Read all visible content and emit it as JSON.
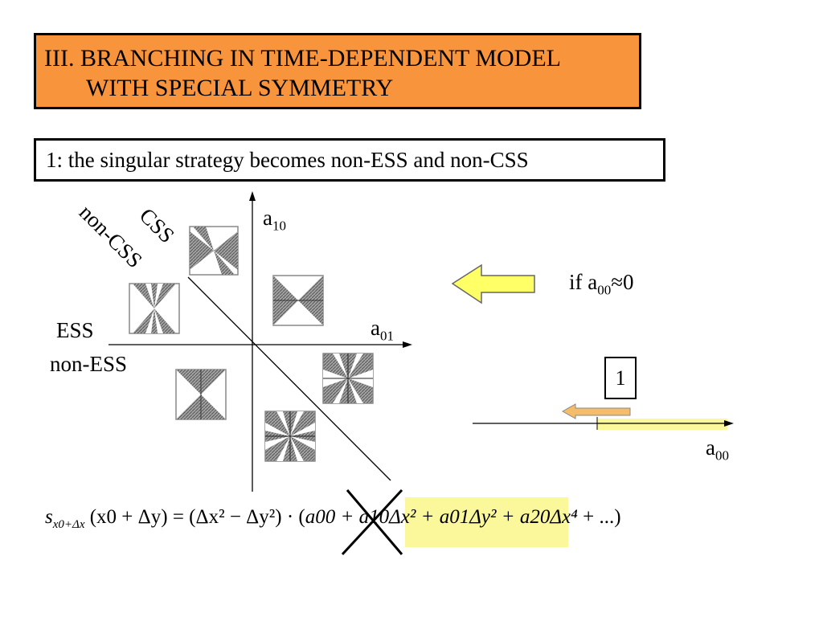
{
  "title": {
    "line1": "III. BRANCHING IN TIME-DEPENDENT MODEL",
    "line2": "WITH SPECIAL SYMMETRY"
  },
  "subtitle": "1: the singular strategy becomes non-ESS and non-CSS",
  "diagram": {
    "y_axis_label": "a",
    "y_axis_sub": "10",
    "x_axis_label": "a",
    "x_axis_sub": "01",
    "css_label": "CSS",
    "non_css_label": "non-CSS",
    "ess_label": "ESS",
    "non_ess_label": "non-ESS"
  },
  "condition": {
    "prefix": "if a",
    "sub": "00",
    "suffix": "≈0"
  },
  "right_panel": {
    "box_label": "1",
    "axis_label": "a",
    "axis_sub": "00"
  },
  "formula": {
    "s": "s",
    "s_sub": "x0+Δx",
    "lhs_args": "(x0 + Δy)",
    "equals": "=",
    "factor": "(Δx² − Δy²)",
    "dot": "·",
    "open": "(",
    "crossed_term": "a00",
    "term1": "+ a10Δx²",
    "term2": "+ a01Δy²",
    "term3": "+ a20Δx⁴",
    "tail": "+ ...)"
  },
  "colors": {
    "title_bg": "#f7943c",
    "highlight": "#fbf89c",
    "arrow_fill": "#ffff66",
    "small_arrow_fill": "#f5bd6a",
    "hatch": "#8c8c8c"
  }
}
